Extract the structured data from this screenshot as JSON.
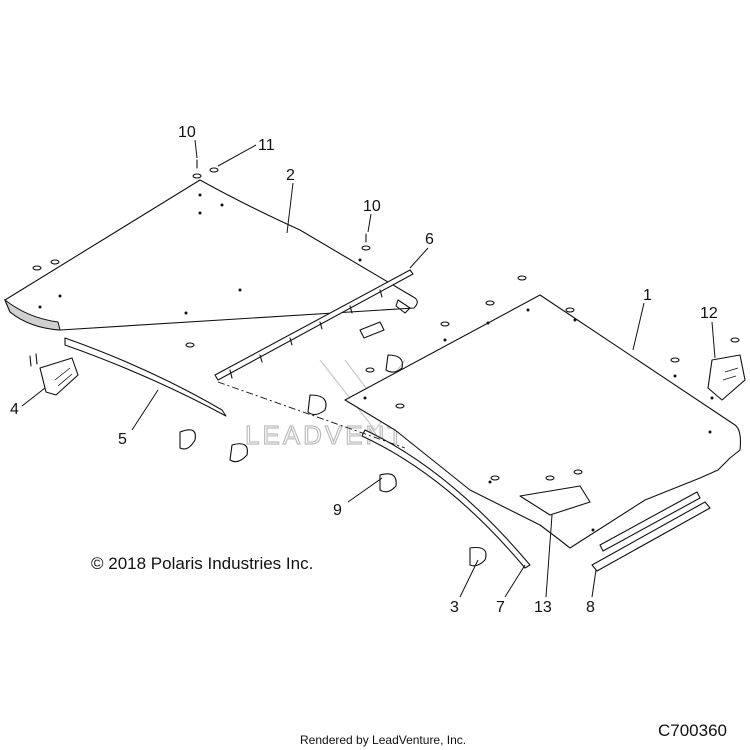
{
  "diagram": {
    "callouts": [
      "1",
      "2",
      "3",
      "4",
      "5",
      "6",
      "7",
      "8",
      "9",
      "10",
      "10",
      "11",
      "12",
      "13"
    ],
    "copyright": "© 2018 Polaris Industries Inc.",
    "rendered_by": "Rendered by LeadVenture, Inc.",
    "diagram_code": "C700360",
    "watermark": "LEADVENTURE"
  }
}
